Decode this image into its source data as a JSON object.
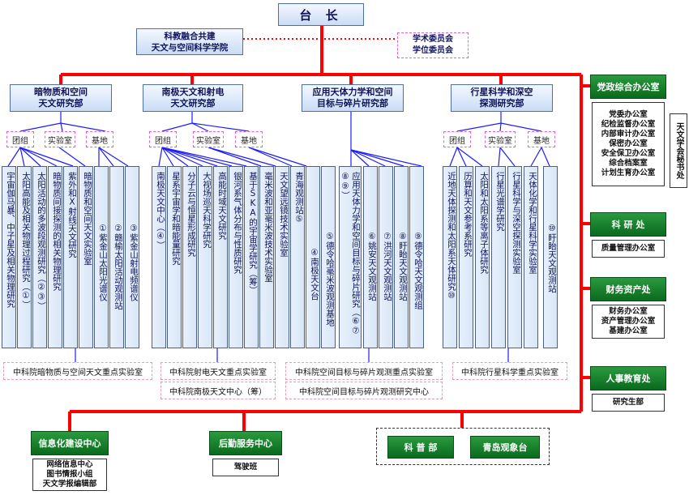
{
  "top": {
    "director": "台 长",
    "academy": "科教融合共建\n天文与空间科学学院",
    "committee": "学术委员会\n学位委员会"
  },
  "departments": [
    {
      "name": "暗物质和空间\n天文研究部",
      "groups": [
        "团组",
        "实验室",
        "基地"
      ],
      "columns": [
        "宇宙伽马暴、中子星及相关物理研究",
        "太阳高能及相关物理过程研究（①）",
        "太阳活动的多波段观测研究（②③）",
        "暗物质间接探测的相关物理研究",
        "紫外和X射线天文研究",
        "暗物质和空间天文实验室",
        "①紫金山太阳光谱仪",
        "②赣榆太阳活动观测站",
        "③紫金山射电频谱仪"
      ],
      "lab": "中科院暗物质与空间天文重点实验室"
    },
    {
      "name": "南极天文和射电\n天文研究部",
      "groups": [
        "团组",
        "实验室",
        "基地"
      ],
      "columns": [
        "南极天文中心（④）",
        "星系宇宙学和暗能量研究",
        "分子云与恒星形成研究",
        "大视场巡天科学研究",
        "高能时域天文研究",
        "银河系气体分布与性质研究",
        "基于SKA的宇宙学研究（筹）",
        "毫米波和亚毫米波技术实验室",
        "天文望远镜技术实验室",
        "青海观测站⑤",
        "④南极天文台",
        "⑤德令哈毫米波观测基地"
      ],
      "lab": "中科院射电天文重点实验室",
      "lab2": "中科院南极天文中心（筹）"
    },
    {
      "name": "应用天体力学和空间\n目标与碎片研究部",
      "columns": [
        "应用天体力学和空间目标与碎片研究（⑥⑦⑧⑨）",
        "⑥姚安天文观测站",
        "⑦洪河天文观测站",
        "⑧盱眙天文观测站",
        "⑨德令哈天文观测组"
      ],
      "lab": "中科院空间目标与碎片观测重点实验室",
      "lab2": "中科院空间目标与碎片观测研究中心"
    },
    {
      "name": "行星科学和深空\n探测研究部",
      "groups": [
        "团组",
        "实验室",
        "基地"
      ],
      "columns": [
        "近地天体探测和太阳系天体研究⑩",
        "历算和天文参考系研究",
        "太阳和太阳系等离子体研究",
        "行星光谱学研究",
        "行星科学与深空探测实验室",
        "天体化学和行星科学实验室",
        "⑩盱眙天文观测站"
      ],
      "lab": "中科院行星科学重点实验室"
    }
  ],
  "right": [
    {
      "name": "党政综合办公室",
      "items": [
        "党委办公室",
        "纪检监督办公室",
        "内部审计办公室",
        "保密办公室",
        "安全保卫办公室",
        "综合档案室",
        "计划生育办公室"
      ],
      "side": "天文学会秘书处"
    },
    {
      "name": "科 研 处",
      "items": [
        "质量管理办公室"
      ]
    },
    {
      "name": "财务资产处",
      "items": [
        "财务办公室",
        "资产管理办公室",
        "基建办公室"
      ]
    },
    {
      "name": "人事教育处",
      "items": [
        "研究生部"
      ]
    }
  ],
  "bottom": [
    {
      "name": "信息化建设中心",
      "items": [
        "网络信息中心",
        "图书情报小组",
        "天文学报编辑部"
      ]
    },
    {
      "name": "后勤服务中心",
      "items": [
        "驾驶班"
      ]
    },
    {
      "name": "科 普 部"
    },
    {
      "name": "青岛观象台"
    }
  ],
  "colors": {
    "red": "#ff0000",
    "blue": "#1c1cff",
    "green": "#1a8a30"
  }
}
